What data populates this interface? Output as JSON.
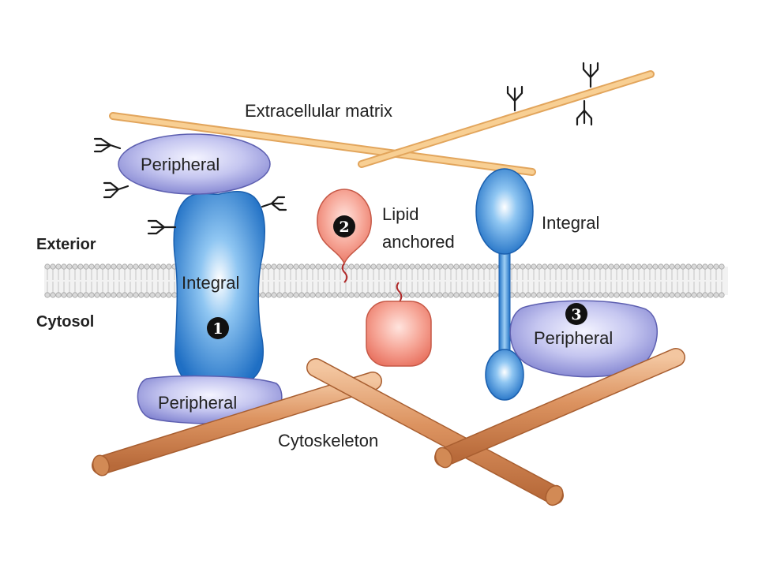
{
  "labels": {
    "extracellular_matrix": "Extracellular matrix",
    "exterior": "Exterior",
    "cytosol": "Cytosol",
    "cytoskeleton": "Cytoskeleton",
    "lipid_line1": "Lipid",
    "lipid_line2": "anchored",
    "integral_1": "Integral",
    "integral_3": "Integral",
    "peripheral_top": "Peripheral",
    "peripheral_bottom": "Peripheral",
    "peripheral_3": "Peripheral"
  },
  "markers": {
    "one": "1",
    "two": "2",
    "three": "3"
  },
  "colors": {
    "integral_blue": "#2f7fd0",
    "peripheral_purple": "#8d8fd8",
    "lipid_anchored_salmon": "#f08c7c",
    "matrix_fiber": "#f5c07a",
    "cytoskeleton_rod": "#d98a55",
    "membrane": "#bdbdbd"
  }
}
